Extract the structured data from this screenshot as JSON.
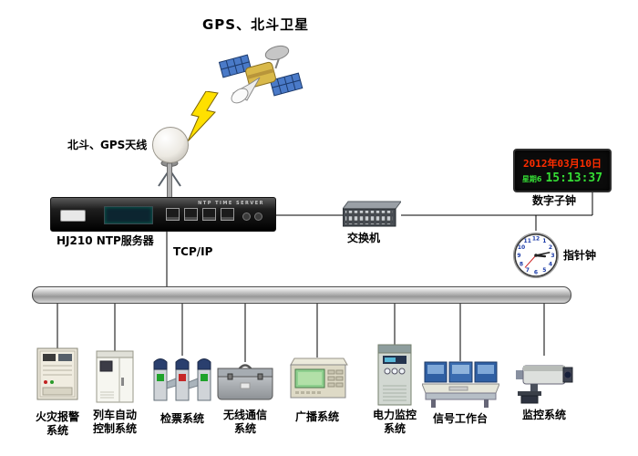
{
  "title": "GPS、北斗卫星",
  "antenna": {
    "label": "北斗、GPS天线"
  },
  "server": {
    "label": "HJ210 NTP服务器",
    "panel_text": "NTP TIME SERVER",
    "tcpip_label": "TCP/IP"
  },
  "switch": {
    "label": "交换机"
  },
  "digital_clock": {
    "label": "数字子钟",
    "date": "2012年03月10日",
    "week": "星期6",
    "time": "15:13:37"
  },
  "analog_clock": {
    "label": "指针钟",
    "numbers": [
      "12",
      "1",
      "2",
      "3",
      "4",
      "5",
      "6",
      "7",
      "8",
      "9",
      "10",
      "11"
    ]
  },
  "systems": [
    {
      "label": "火灾报警\n系统"
    },
    {
      "label": "列车自动\n控制系统"
    },
    {
      "label": "检票系统"
    },
    {
      "label": "无线通信\n系统"
    },
    {
      "label": "广播系统"
    },
    {
      "label": "电力监控\n系统"
    },
    {
      "label": "信号工作台"
    },
    {
      "label": "监控系统"
    }
  ],
  "colors": {
    "led_red": "#ff2d00",
    "led_green": "#35dd35",
    "panel_blue": "#2f5fa3",
    "bolt_yellow": "#ffe000",
    "screen_green": "#8fd08f",
    "satellite_panel_blue": "#4a7ac8"
  }
}
